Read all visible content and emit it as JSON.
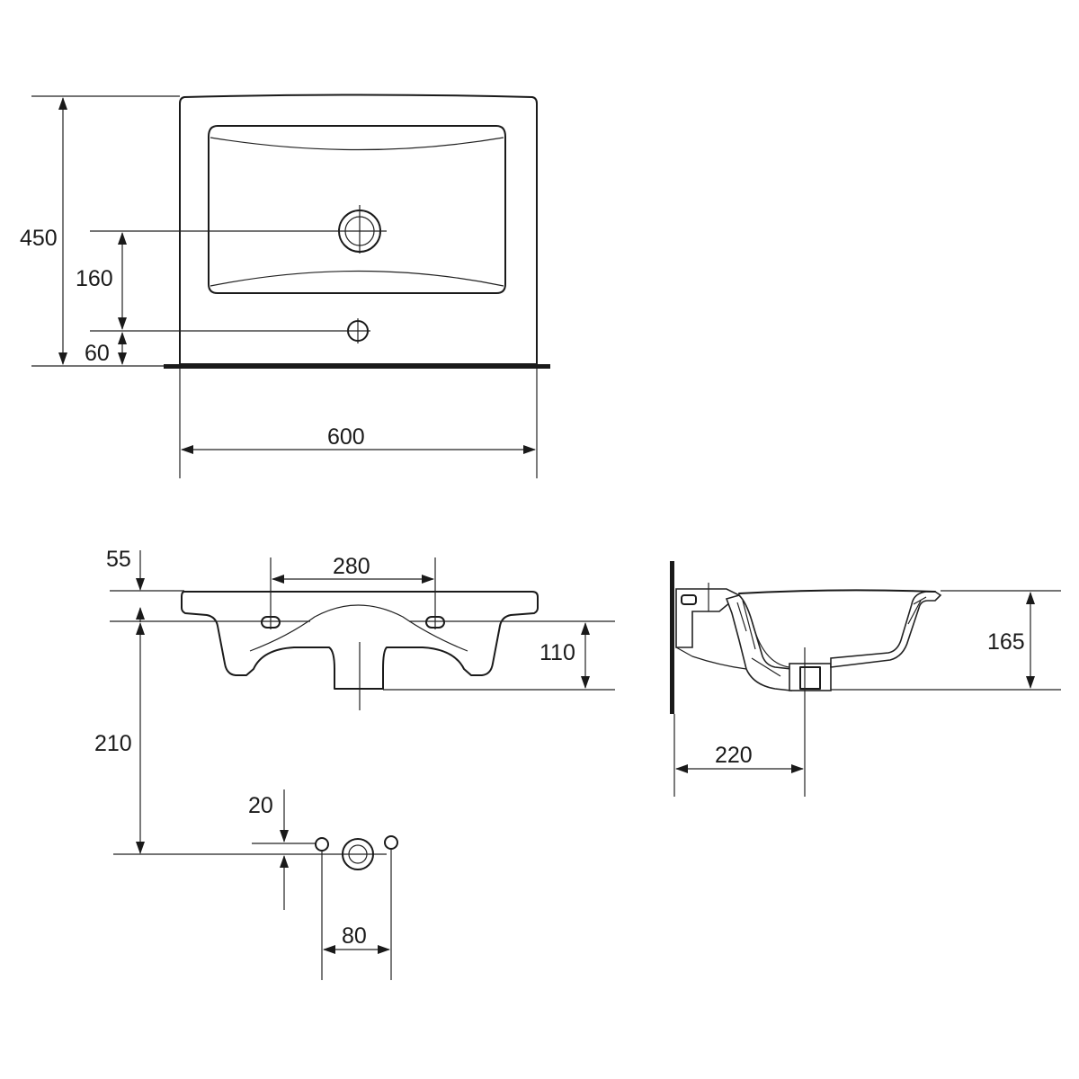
{
  "dimensions": {
    "overall_depth": "450",
    "waste_to_tap": "160",
    "tap_to_front": "60",
    "overall_width": "600",
    "top_thickness": "55",
    "overflow_spacing": "280",
    "bowl_below_mount": "110",
    "mount_to_fixing": "210",
    "fixing_offset": "20",
    "fixing_spacing": "80",
    "bowl_height": "165",
    "projection_from_wall": "220"
  },
  "colors": {
    "line": "#1a1a1a",
    "background": "#ffffff"
  }
}
